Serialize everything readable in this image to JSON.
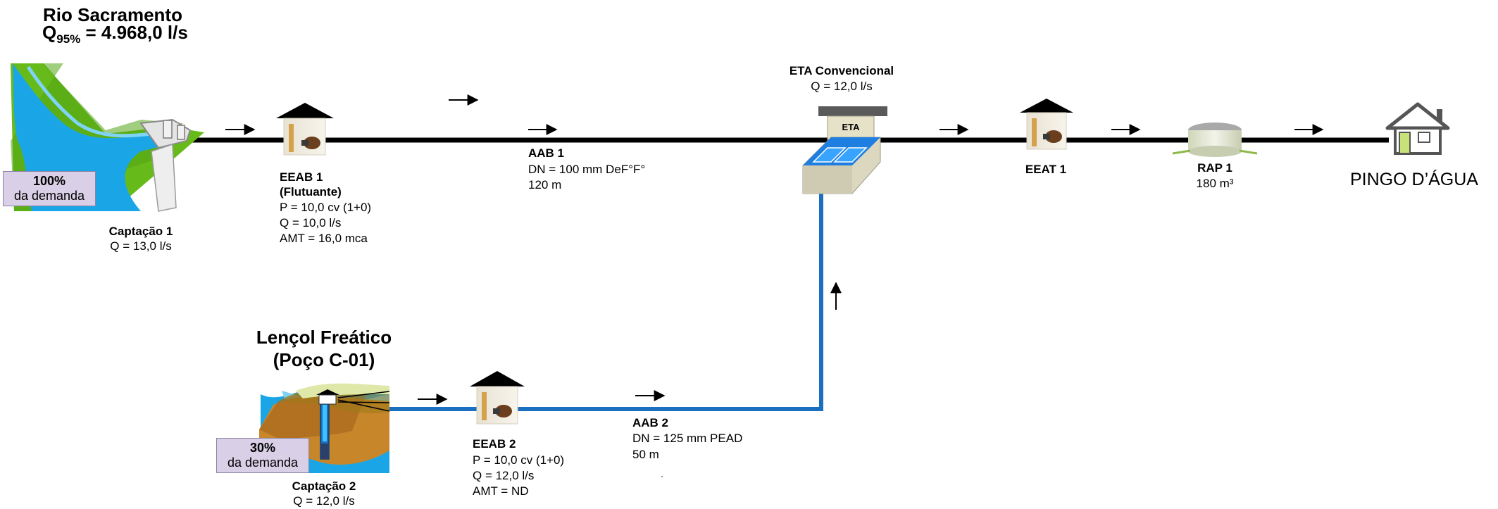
{
  "river": {
    "title": "Rio Sacramento",
    "flow_prefix": "Q",
    "flow_sub": "95%",
    "flow_value": "=  4.968,0 l/s"
  },
  "captacao1": {
    "name": "Captação 1",
    "flow": "Q = 13,0 l/s",
    "demand_pct": "100%",
    "demand_text": "da demanda"
  },
  "eeab1": {
    "name": "EEAB 1",
    "sub": "(Flutuante)",
    "power": "P = 10,0 cv (1+0)",
    "flow": "Q = 10,0 l/s",
    "amt": "AMT = 16,0 mca"
  },
  "aab1": {
    "name": "AAB 1",
    "dn": "DN = 100 mm DeF°F°",
    "length": "120 m"
  },
  "eta": {
    "name": "ETA Convencional",
    "flow": "Q = 12,0 l/s",
    "roof_label": "ETA"
  },
  "eeat1": {
    "name": "EEAT 1"
  },
  "rap1": {
    "name": "RAP 1",
    "volume": "180 m³"
  },
  "destination": {
    "name": "PINGO D’ÁGUA"
  },
  "aquifer": {
    "title_line1": "Lençol Freático",
    "title_line2": "(Poço C-01)"
  },
  "captacao2": {
    "name": "Captação 2",
    "flow": "Q = 12,0 l/s",
    "demand_pct": "30%",
    "demand_text": "da demanda"
  },
  "eeab2": {
    "name": "EEAB 2",
    "power": "P = 10,0 cv (1+0)",
    "flow": "Q = 12,0 l/s",
    "amt": "AMT = ND"
  },
  "aab2": {
    "name": "AAB 2",
    "dn": "DN = 125 mm PEAD",
    "length": "50 m"
  },
  "colors": {
    "main_pipe": "#000000",
    "well_pipe": "#1a6fc0",
    "demand_box": "#d9cfe6",
    "grass": "#66bb1a",
    "water": "#1aa6e6"
  }
}
